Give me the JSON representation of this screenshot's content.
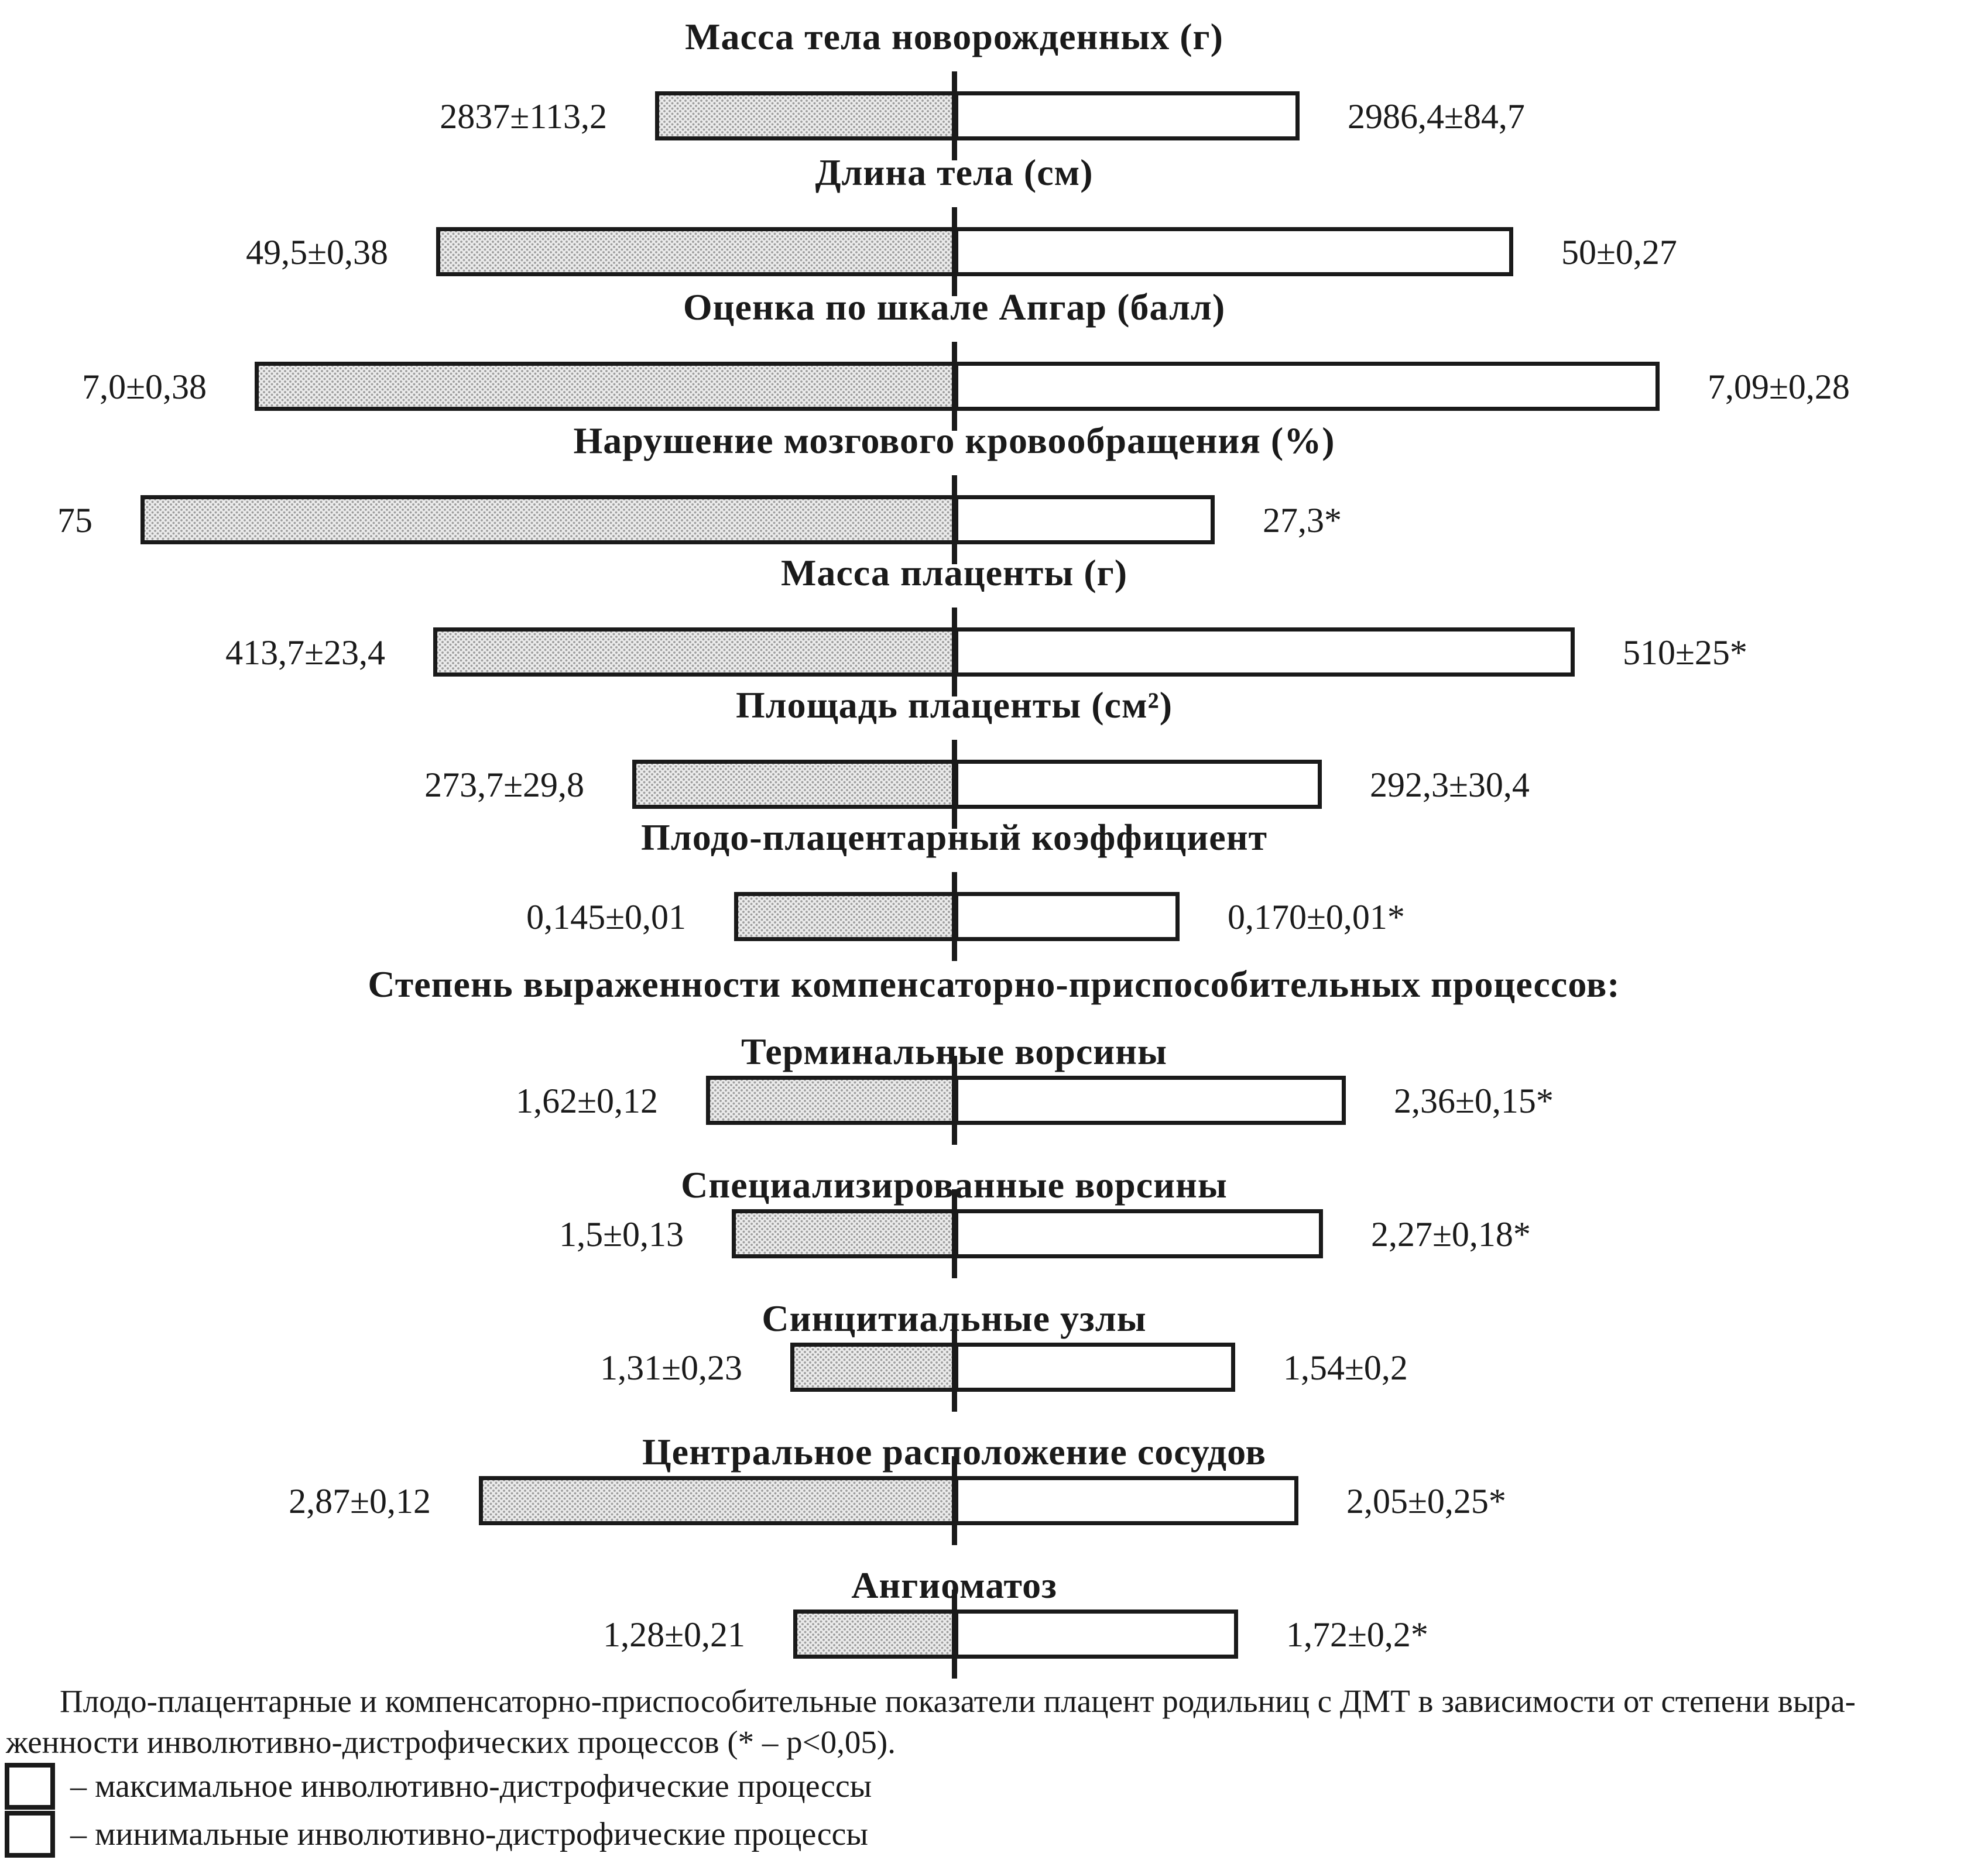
{
  "figure": {
    "section_header": "Степень выраженности компенсаторно-приспособительных процессов:",
    "rows": [
      {
        "title": "Масса тела новорожденных (г)",
        "left": "2837±113,2",
        "right": "2986,4±84,7"
      },
      {
        "title": "Длина тела (см)",
        "left": "49,5±0,38",
        "right": "50±0,27"
      },
      {
        "title": "Оценка по шкале Апгар (балл)",
        "left": "7,0±0,38",
        "right": "7,09±0,28"
      },
      {
        "title": "Нарушение мозгового кровообращения (%)",
        "left": "75",
        "right": "27,3*"
      },
      {
        "title": "Масса плаценты (г)",
        "left": "413,7±23,4",
        "right": "510±25*"
      },
      {
        "title": "Площадь плаценты (см²)",
        "left": "273,7±29,8",
        "right": "292,3±30,4"
      },
      {
        "title": "Плодо-плацентарный коэффициент",
        "left": "0,145±0,01",
        "right": "0,170±0,01*"
      },
      {
        "title": "Терминальные ворсины",
        "left": "1,62±0,12",
        "right": "2,36±0,15*"
      },
      {
        "title": "Специализированные ворсины",
        "left": "1,5±0,13",
        "right": "2,27±0,18*"
      },
      {
        "title": "Синцитиальные узлы",
        "left": "1,31±0,23",
        "right": "1,54±0,2"
      },
      {
        "title": "Центральное расположение сосудов",
        "left": "2,87±0,12",
        "right": "2,05±0,25*"
      },
      {
        "title": "Ангиоматоз",
        "left": "1,28±0,21",
        "right": "1,72±0,2*"
      }
    ],
    "caption_line1": "Плодо-плацентарные и компенсаторно-приспособительные показатели плацент родильниц с ДМТ в зависимости от степени выра-",
    "caption_line2": "женности инволютивно-дистрофических процессов (* – p<0,05).",
    "legend": [
      {
        "swatch": "hatched",
        "label": "– максимальное инволютивно-дистрофические процессы"
      },
      {
        "swatch": "white",
        "label": "– минимальные инволютивно-дистрофические процессы"
      }
    ],
    "colors": {
      "ink": "#1a1a1a",
      "paper": "#ffffff",
      "hatch_fill": "#ebebeb",
      "hatch_dot": "#9e9e9e"
    }
  },
  "chart_data": {
    "type": "bar",
    "orientation": "horizontal-diverging",
    "title": "Плодо-плацентарные и компенсаторно-приспособительные показатели плацент родильниц с ДМТ в зависимости от степени выраженности инволютивно-дистрофических процессов (* – p<0,05).",
    "section_header": "Степень выраженности компенсаторно-приспособительных процессов:",
    "categories": [
      "Масса тела новорожденных (г)",
      "Длина тела (см)",
      "Оценка по шкале Апгар (балл)",
      "Нарушение мозгового кровообращения (%)",
      "Масса плаценты (г)",
      "Площадь плаценты (см²)",
      "Плодо-плацентарный коэффициент",
      "Терминальные ворсины",
      "Специализированные ворсины",
      "Синцитиальные узлы",
      "Центральное расположение сосудов",
      "Ангиоматоз"
    ],
    "series": [
      {
        "name": "максимальное инволютивно-дистрофические процессы",
        "side": "left",
        "values": [
          2837,
          49.5,
          7.0,
          75,
          413.7,
          273.7,
          0.145,
          1.62,
          1.5,
          1.31,
          2.87,
          1.28
        ],
        "errors": [
          113.2,
          0.38,
          0.38,
          null,
          23.4,
          29.8,
          0.01,
          0.12,
          0.13,
          0.23,
          0.12,
          0.21
        ]
      },
      {
        "name": "минимальные инволютивно-дистрофические процессы",
        "side": "right",
        "values": [
          2986.4,
          50,
          7.09,
          27.3,
          510,
          292.3,
          0.17,
          2.36,
          2.27,
          1.54,
          2.05,
          1.72
        ],
        "errors": [
          84.7,
          0.27,
          0.28,
          null,
          25,
          30.4,
          0.01,
          0.15,
          0.18,
          0.2,
          0.25,
          0.2
        ],
        "significant": [
          false,
          false,
          false,
          true,
          true,
          false,
          true,
          true,
          true,
          false,
          true,
          true
        ]
      }
    ],
    "annotations": {
      "significance_note": "* – p<0,05"
    },
    "legend_position": "bottom-left",
    "grid": false,
    "axis_style": "central vertical divider per row; shaded bars extend left, white bars extend right"
  }
}
